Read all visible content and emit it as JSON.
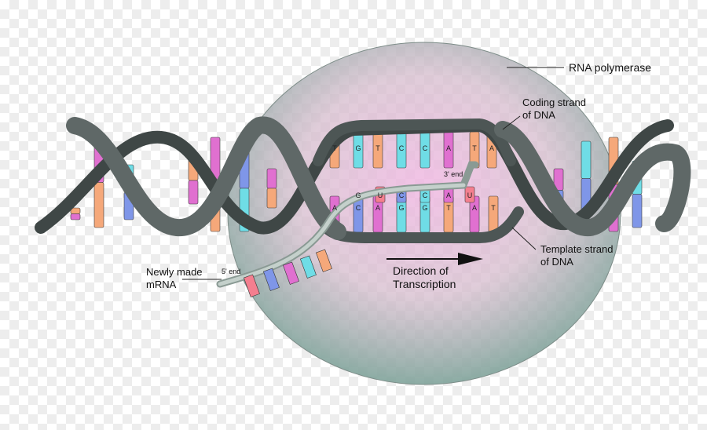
{
  "labels": {
    "rna_polymerase": "RNA polymerase",
    "coding_strand_line1": "Coding strand",
    "coding_strand_line2": "of DNA",
    "template_strand_line1": "Template strand",
    "template_strand_line2": "of DNA",
    "newly_made_line1": "Newly made",
    "newly_made_line2": "mRNA",
    "direction_line1": "Direction of",
    "direction_line2": "Transcription",
    "five_prime_end": "5' end",
    "three_prime_end": "3' end"
  },
  "coding_strand_bases": [
    "T",
    "G",
    "T",
    "C",
    "C",
    "A",
    "T",
    "A"
  ],
  "template_strand_bases": [
    "A",
    "C",
    "A",
    "G",
    "G",
    "T",
    "A",
    "T"
  ],
  "mrna_bases": [
    "G",
    "U",
    "C",
    "C",
    "A",
    "U"
  ],
  "colors": {
    "helix": "#555e5d",
    "pink": "#e070d0",
    "orange": "#f5a87a",
    "blue": "#7f96e8",
    "cyan": "#6fdde6",
    "red": "#f47f8f",
    "polymerase": "#c9b3c0"
  }
}
